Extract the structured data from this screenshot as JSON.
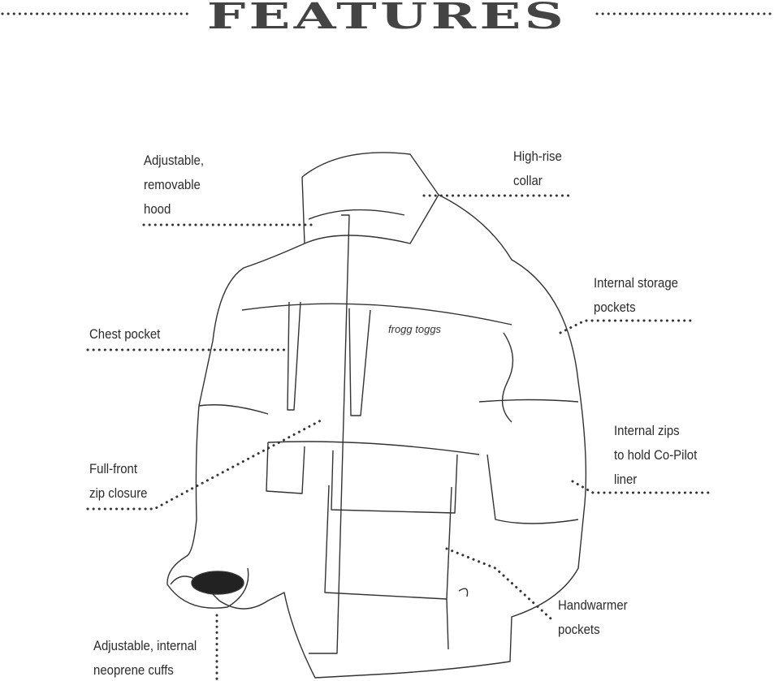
{
  "title": "FEATURES",
  "brand_logo": "frogg toggs",
  "callouts": [
    {
      "lines": [
        "Adjustable,",
        "removable",
        "hood"
      ]
    },
    {
      "lines": [
        "High-rise",
        "collar"
      ]
    },
    {
      "lines": [
        "Internal storage",
        "pockets"
      ]
    },
    {
      "lines": [
        "Chest pocket"
      ]
    },
    {
      "lines": [
        "Internal zips",
        "to hold Co-Pilot",
        "liner"
      ]
    },
    {
      "lines": [
        "Full-front",
        "zip closure"
      ]
    },
    {
      "lines": [
        "Handwarmer",
        "pockets"
      ]
    },
    {
      "lines": [
        "Adjustable, internal",
        "neoprene cuffs"
      ]
    }
  ]
}
